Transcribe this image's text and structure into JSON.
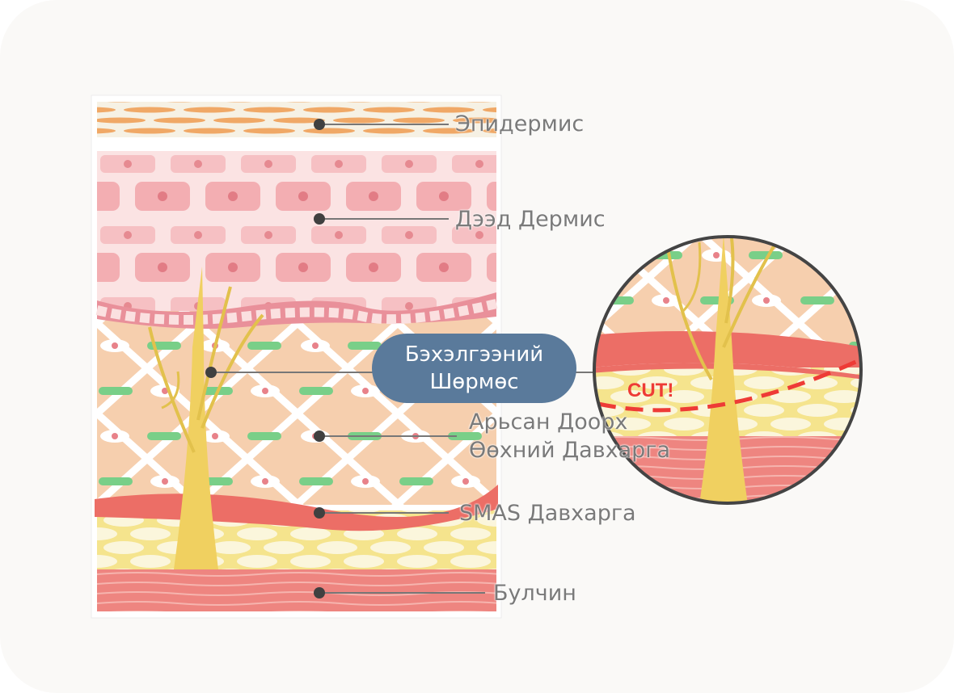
{
  "labels": {
    "epidermis": "Эпидермис",
    "upper_dermis": "Дээд Дермис",
    "ligament_line1": "Бэхэлгээний",
    "ligament_line2": "Шөрмөс",
    "subcutaneous_line1": "Арьсан Доорх",
    "subcutaneous_line2": "Өөхний Давхарга",
    "smas": "SMAS Давхарга",
    "muscle": "Булчин"
  },
  "zoom_callout": {
    "cut_text": "CUT!"
  },
  "colors": {
    "pill": "#5a7a9b",
    "cut": "#ee3b36",
    "label": "#7a7a7a"
  }
}
